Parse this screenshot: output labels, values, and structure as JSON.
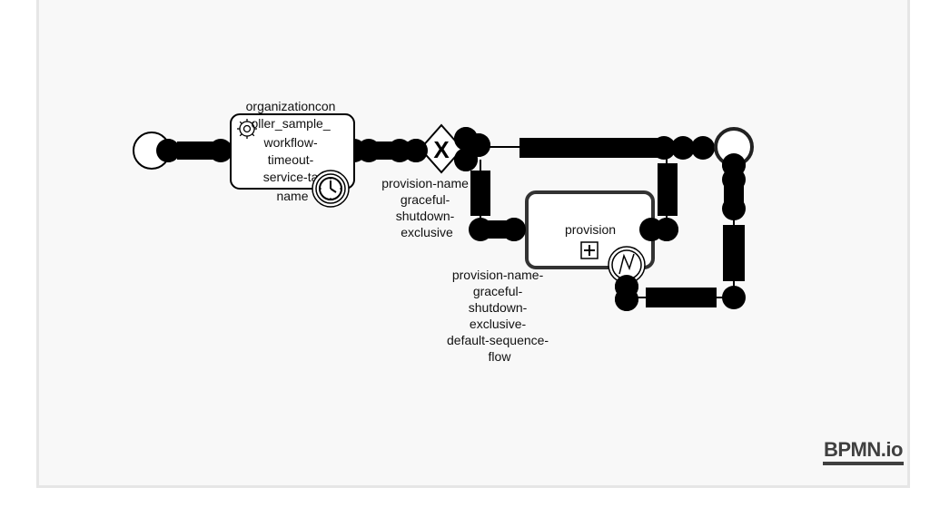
{
  "diagram": {
    "service_task_label": [
      "organizationcon",
      "oller_sample_",
      "workflow-",
      "timeout-",
      "service-ta",
      "name"
    ],
    "gateway_label": [
      "provision-name",
      "graceful-",
      "shutdown-",
      "exclusive"
    ],
    "default_flow_label": [
      "provision-name-",
      "graceful-",
      "shutdown-",
      "exclusive-",
      "default-sequence-",
      "flow"
    ],
    "gateway_marker": "X",
    "subprocess_label": "provision",
    "subprocess_marker": "+"
  },
  "logo": {
    "text": "BPMN.io"
  },
  "colors": {
    "stroke": "#000000",
    "fill": "#ffffff",
    "canvas": "#f8f8f8",
    "logo": "#404040"
  },
  "icons": [
    "gear-icon",
    "timer-icon",
    "error-icon",
    "expand-icon"
  ]
}
